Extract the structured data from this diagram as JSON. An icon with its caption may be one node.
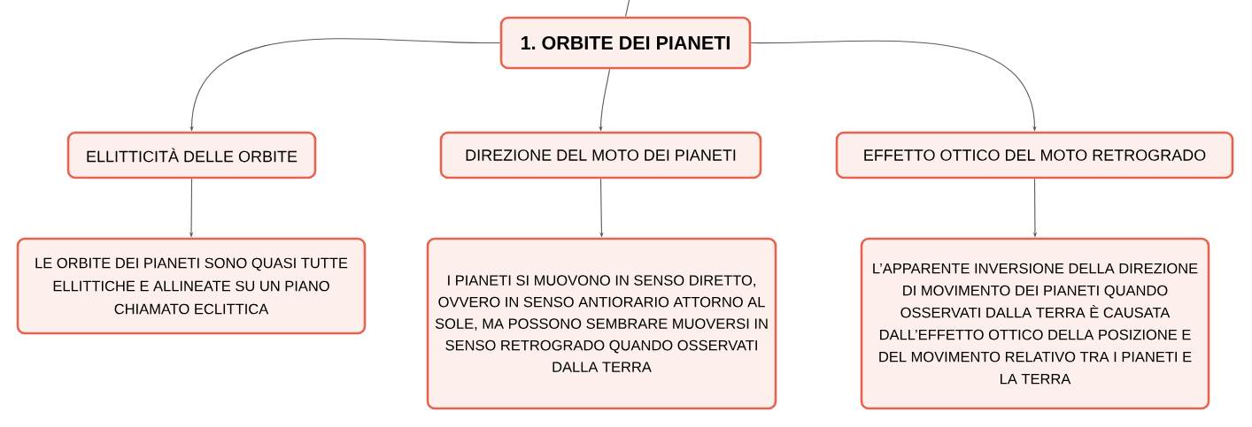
{
  "diagram": {
    "nodes": [
      {
        "text": [
          "1. ORBITE DEI PIANETI"
        ]
      },
      {
        "text": [
          "ELLITTICITÀ DELLE ORBITE"
        ]
      },
      {
        "text": [
          "DIREZIONE DEL MOTO DEI PIANETI"
        ]
      },
      {
        "text": [
          "EFFETTO OTTICO DEL MOTO RETROGRADO"
        ]
      },
      {
        "text": [
          "LE ORBITE DEI PIANETI SONO QUASI TUTTE ELLITTICHE E ALLINEATE SU UN PIANO CHIAMATO ECLITTICA"
        ]
      },
      {
        "text": [
          "I PIANETI SI MUOVONO IN SENSO DIRETTO, OVVERO IN SENSO ANTIORARIO ATTORNO AL SOLE, MA POSSONO SEMBRARE MUOVERSI IN SENSO RETROGRADO QUANDO OSSERVATI DALLA TERRA"
        ]
      },
      {
        "text": [
          "L’APPARENTE INVERSIONE DELLA DIREZIONE DI MOVIMENTO DEI PIANETI QUANDO OSSERVATI DALLA TERRA È CAUSATA DALL’EFFETTO OTTICO DELLA POSIZIONE E DEL MOVIMENTO RELATIVO TRA I PIANETI E LA TERRA"
        ]
      }
    ],
    "edges": [
      {
        "from": null,
        "to": 0,
        "arrow": "none"
      },
      {
        "from": 0,
        "to": 1,
        "arrow": "to"
      },
      {
        "from": 0,
        "to": 2,
        "arrow": "to"
      },
      {
        "from": 0,
        "to": 3,
        "arrow": "to"
      },
      {
        "from": 1,
        "to": 4,
        "arrow": "to"
      },
      {
        "from": 2,
        "to": 5,
        "arrow": "to"
      },
      {
        "from": 3,
        "to": 6,
        "arrow": "to"
      }
    ]
  }
}
